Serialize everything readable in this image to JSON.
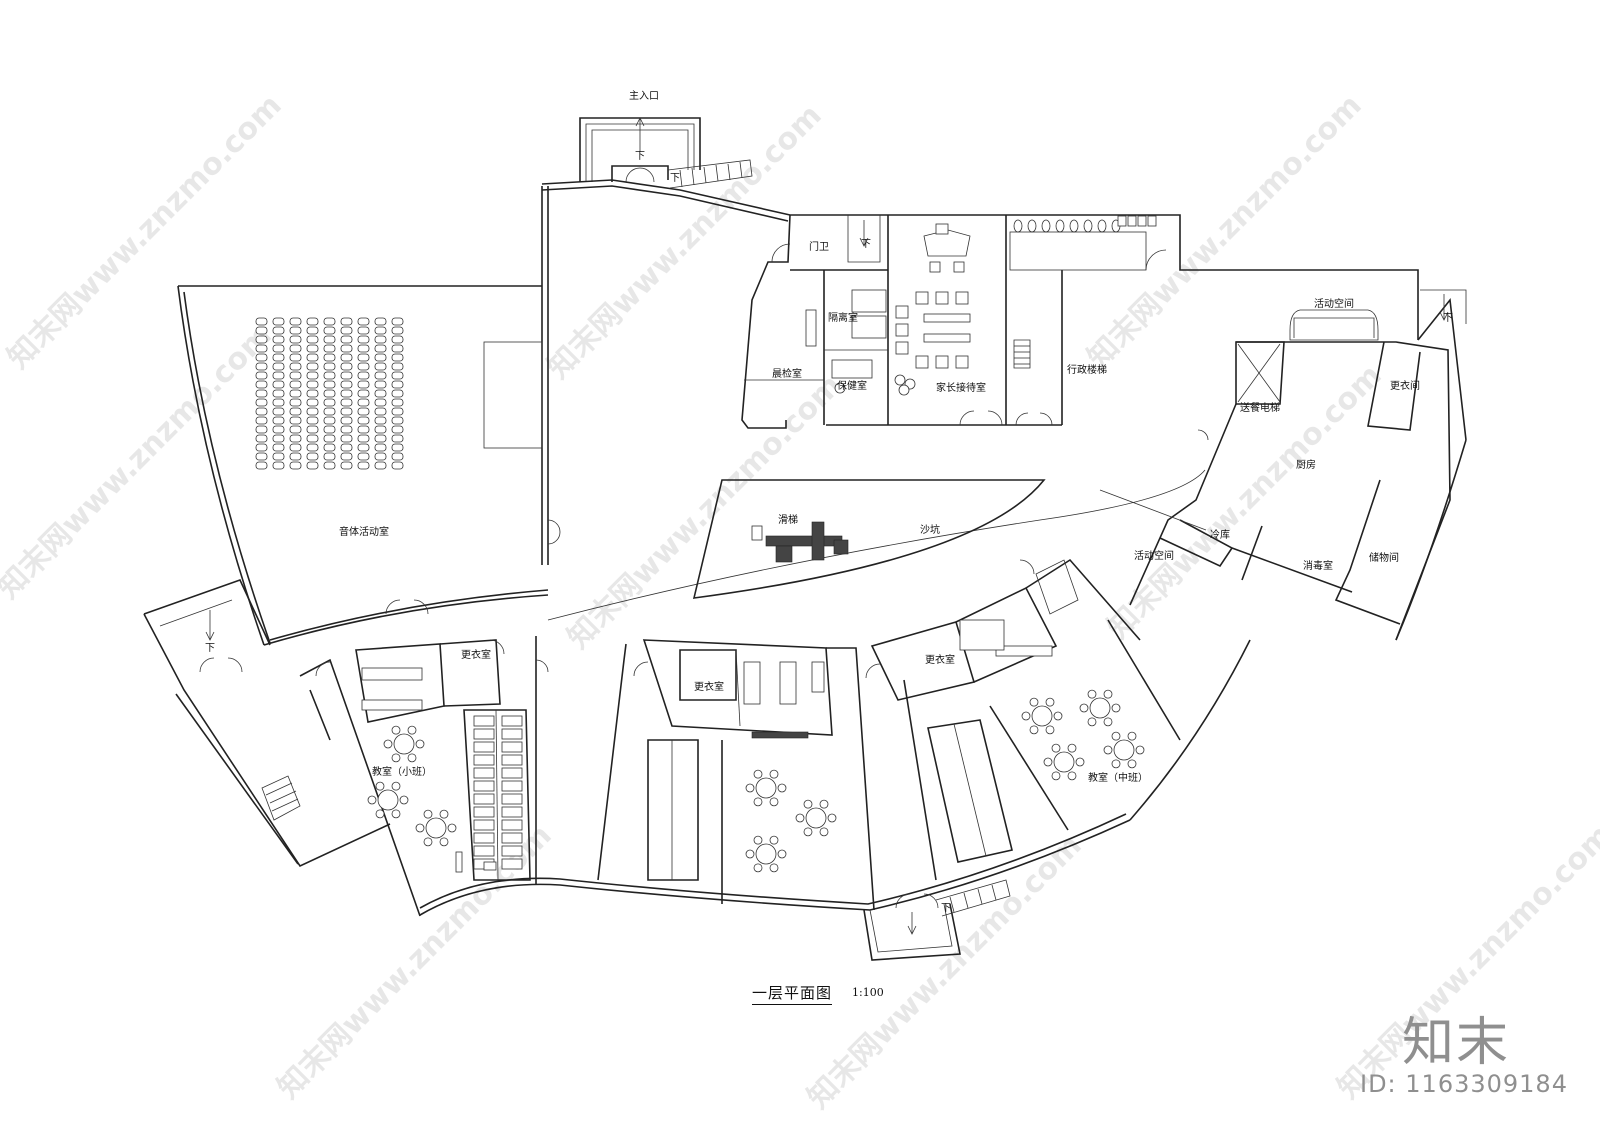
{
  "drawing": {
    "title": "一层平面图",
    "scale": "1:100"
  },
  "rooms": {
    "main_entrance": "主入口",
    "guard": "门卫",
    "isolation": "隔离室",
    "health_care": "保健室",
    "morning_check": "晨检室",
    "parent_reception": "家长接待室",
    "admin_stairs": "行政楼梯",
    "activity_space_top": "活动空间",
    "changing_room_kitchen": "更衣间",
    "dumbwaiter": "送餐电梯",
    "kitchen": "厨房",
    "cold_storage": "冷库",
    "disinfection": "消毒室",
    "storage": "储物间",
    "activity_space_mid": "活动空间",
    "music_room": "音体活动室",
    "slide": "滑梯",
    "sandpit": "沙坑",
    "changing_room_1": "更衣室",
    "changing_room_2": "更衣室",
    "changing_room_3": "更衣室",
    "classroom_small": "教室（小班）",
    "classroom_middle": "教室（中班）",
    "down_1": "下",
    "down_2": "下",
    "down_3": "下",
    "down_4": "下",
    "down_5": "下",
    "down_6": "下"
  },
  "watermark": {
    "brand": "知末",
    "id": "ID: 1163309184",
    "site": "知末网www.znzmo.com"
  }
}
